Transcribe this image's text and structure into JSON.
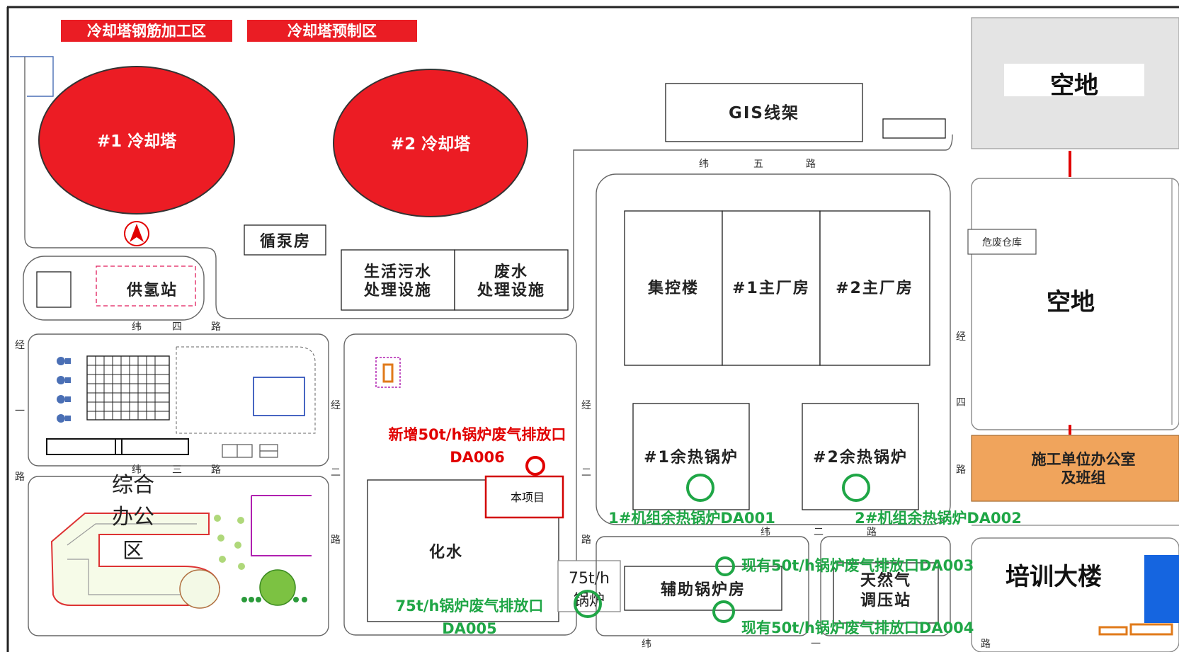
{
  "top_banners": [
    "冷却塔钢筋加工区",
    "冷却塔预制区"
  ],
  "cooling_towers": [
    "#1 冷却塔",
    "#2 冷却塔"
  ],
  "buildings": {
    "gis_rack": "GIS线架",
    "empty_lot_1": "空地",
    "empty_lot_2": "空地",
    "circ_pump_house": "循泵房",
    "domestic_sewage_1": "生活污水",
    "domestic_sewage_2": "处理设施",
    "wastewater_1": "废水",
    "wastewater_2": "处理设施",
    "hydrogen_station": "供氢站",
    "hazwaste_store": "危废仓库",
    "control_building": "集控楼",
    "main_building_1": "#1主厂房",
    "main_building_2": "#2主厂房",
    "hrsg_1": "#1余热锅炉",
    "hrsg_2": "#2余热锅炉",
    "contractor_office_1": "施工单位办公室",
    "contractor_office_2": "及班组",
    "office_area_1": "综合",
    "office_area_2": "办公",
    "office_area_3": "区",
    "water_treatment": "化水",
    "this_project": "本项目",
    "boiler75_1": "75t/h",
    "boiler75_2": "锅炉",
    "aux_boiler_house": "辅助锅炉房",
    "gas_station_1": "天然气",
    "gas_station_2": "调压站",
    "training_building": "培训大楼"
  },
  "roads": {
    "wei5": [
      "纬",
      "五",
      "路"
    ],
    "wei4": [
      "纬",
      "四",
      "路"
    ],
    "wei3": [
      "纬",
      "三",
      "路"
    ],
    "wei2": [
      "纬",
      "二",
      "路"
    ],
    "wei1": [
      "纬",
      "一",
      "路"
    ],
    "jing1": [
      "经",
      "一",
      "路"
    ],
    "jing2a": [
      "经",
      "二",
      "路"
    ],
    "jing2b": [
      "经",
      "二",
      "路"
    ],
    "jing4": [
      "经",
      "四",
      "路"
    ]
  },
  "outlets": {
    "da006_line1": "新增50t/h锅炉废气排放口",
    "da006_line2": "DA006",
    "da001": "1#机组余热锅炉DA001",
    "da002": "2#机组余热锅炉DA002",
    "da003": "现有50t/h锅炉废气排放口DA003",
    "da004": "现有50t/h锅炉废气排放口DA004",
    "da005_line1": "75t/h锅炉废气排放口",
    "da005_line2": "DA005"
  },
  "colors": {
    "new_outlet": "#e10000",
    "existing_outlet": "#1fa646",
    "cooling_tower": "#ec1c24",
    "contractor_office": "#f0a45c",
    "empty_lot": "#e4e4e4"
  },
  "icons": [
    "north-arrow-icon"
  ]
}
